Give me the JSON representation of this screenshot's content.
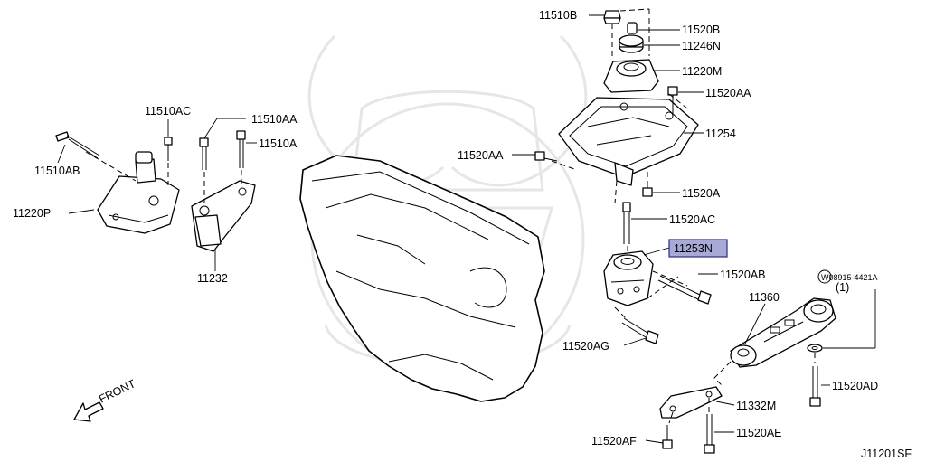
{
  "labels": {
    "p11510B": "11510B",
    "p11520B": "11520B",
    "p11246N": "11246N",
    "p11220M": "11220M",
    "p11520AA_top": "11520AA",
    "p11254": "11254",
    "p11520AA_mid": "11520AA",
    "p11520A": "11520A",
    "p11520AC": "11520AC",
    "p11253N": "11253N",
    "p11520AB": "11520AB",
    "p08915": "W08915-4421A",
    "p08915_qty": "(1)",
    "p11360": "11360",
    "p11520AG": "11520AG",
    "p11520AD": "11520AD",
    "p11332M": "11332M",
    "p11520AE": "11520AE",
    "p11520AF": "11520AF",
    "p11510AC": "11510AC",
    "p11510AA": "11510AA",
    "p11510A": "11510A",
    "p11510AB": "11510AB",
    "p11220P": "11220P",
    "p11232": "11232",
    "front": "FRONT",
    "diagram_id": "J11201SF"
  },
  "colors": {
    "highlight_fill": "#a9a9d8",
    "highlight_stroke": "#2b2b80",
    "watermark": "#e6e6e6"
  }
}
